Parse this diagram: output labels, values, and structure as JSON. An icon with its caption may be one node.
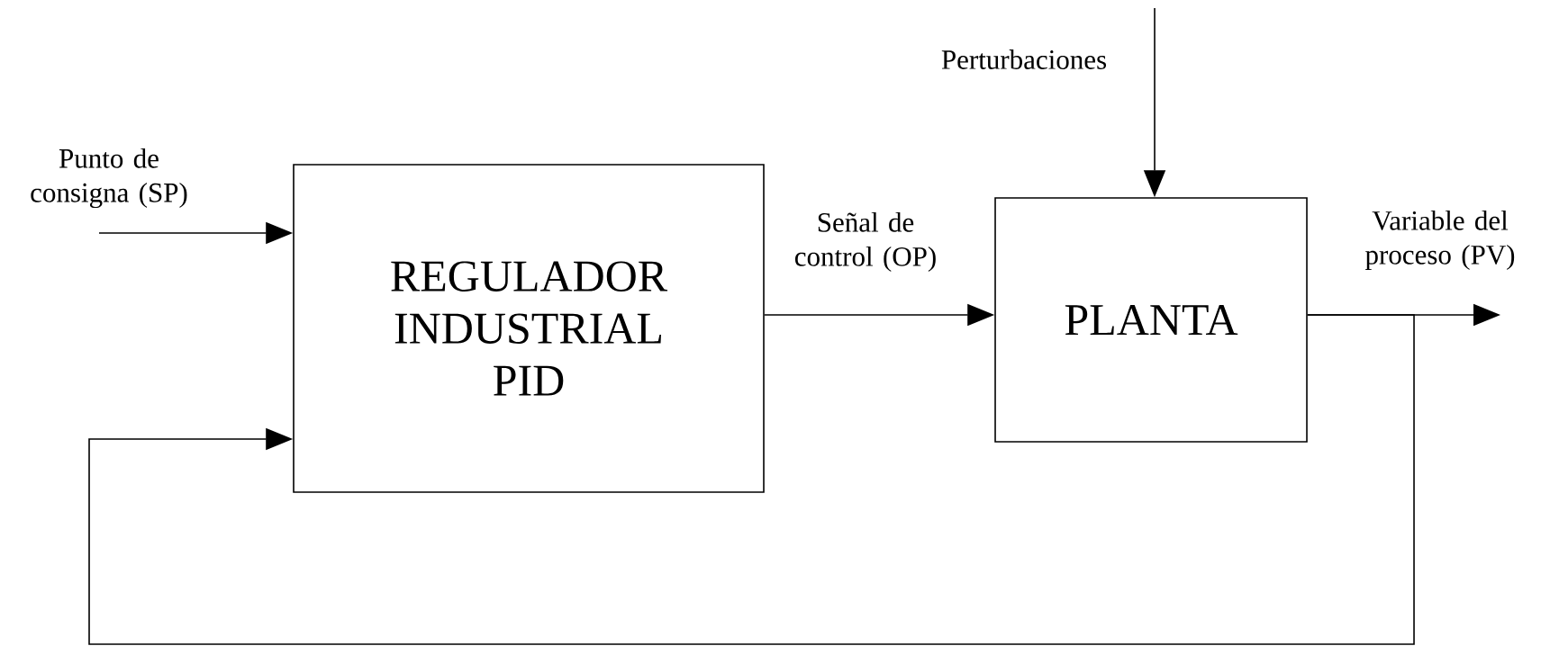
{
  "diagram": {
    "nodes": [
      {
        "text": [
          "REGULADOR INDUSTRIAL PID"
        ]
      },
      {
        "text": [
          "PLANTA"
        ]
      }
    ],
    "edges": [
      {
        "from": null,
        "to": 0,
        "arrow": "to",
        "label": "Punto de consigna (SP)"
      },
      {
        "from": 0,
        "to": 1,
        "arrow": "to",
        "label": "Señal de control (OP)"
      },
      {
        "from": null,
        "to": 1,
        "arrow": "to",
        "label": "Perturbaciones"
      },
      {
        "from": 1,
        "to": null,
        "arrow": "to",
        "label": "Variable del proceso (PV)"
      },
      {
        "from": 1,
        "to": 0,
        "arrow": "to"
      }
    ]
  }
}
